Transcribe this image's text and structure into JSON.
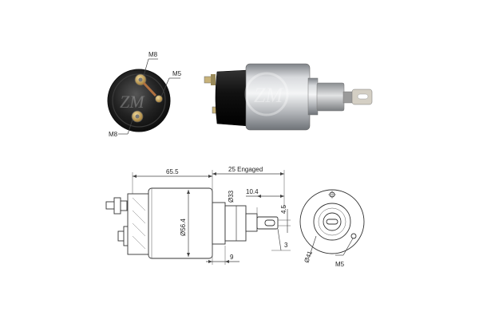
{
  "photo_top_left": {
    "callouts": {
      "top": "M8",
      "right": "M5",
      "bottom": "M8"
    }
  },
  "drawing_side": {
    "length_label": "65.5",
    "engaged_label": "25 Engaged",
    "shaft_dia_label": "Ø33",
    "dia_body_label": "Ø56.4",
    "plunger_len_label": "10.4",
    "slot_label": "4.5",
    "offset3_label": "3",
    "flange_label": "9"
  },
  "drawing_end": {
    "dia_label": "Ø41",
    "stud_label": "M5"
  },
  "colors": {
    "cap_dark": "#222222",
    "body_silver": "#b9bcc0",
    "brass": "#c9a35a",
    "copper": "#b07040",
    "line": "#333333"
  }
}
